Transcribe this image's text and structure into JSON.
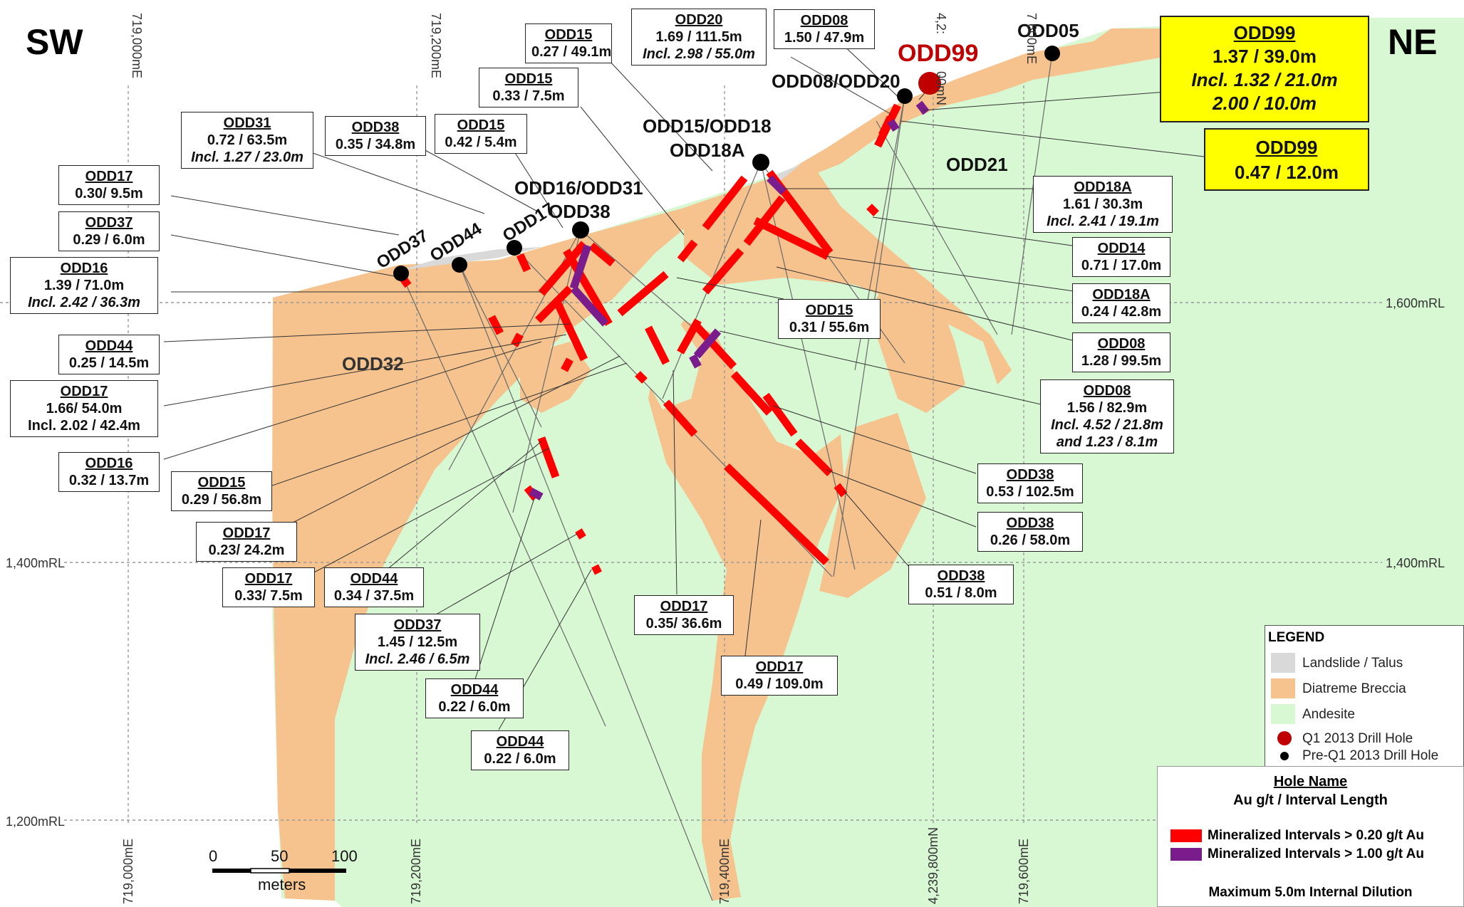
{
  "corners": {
    "left": "SW",
    "right": "NE"
  },
  "colors": {
    "breccia": "#f6c38e",
    "andesite": "#d7f8d3",
    "talus": "#d9d9d9",
    "red_interval": "#ff0000",
    "purple_interval": "#7a1c8c",
    "q1_hole": "#c00000",
    "pre_hole": "#000000",
    "callout_yellow": "#ffff00"
  },
  "elevations": [
    "1,600mRL",
    "1,400mRL",
    "1,200mRL"
  ],
  "eastings_top": [
    "719,000mE",
    "719,200mE",
    "4,2:",
    "7 600mE"
  ],
  "eastings_bottom": [
    "719,000mE",
    "719,200mE",
    "719,400mE",
    "4,239,800mN",
    "719,600mE"
  ],
  "northing_top": "00mN",
  "scale_bar": {
    "ticks": [
      "0",
      "50",
      "100"
    ],
    "unit": "meters"
  },
  "unit_labels": [
    "ODD21",
    "ODD32"
  ],
  "collar_labels": {
    "odd05": "ODD05",
    "odd99": "ODD99",
    "odd08_20": "ODD08/ODD20",
    "odd15_18": "ODD15/ODD18",
    "odd18a": "ODD18A",
    "odd16_31": "ODD16/ODD31",
    "odd38": "ODD38",
    "odd17": "ODD17",
    "odd44": "ODD44",
    "odd37": "ODD37"
  },
  "intervals": [
    {
      "hole": "ODD15",
      "lines": [
        "0.27 / 49.1m"
      ]
    },
    {
      "hole": "ODD20",
      "lines": [
        "1.69 / 111.5m"
      ],
      "incl": "Incl. 2.98 / 55.0m"
    },
    {
      "hole": "ODD08",
      "lines": [
        "1.50 / 47.9m"
      ]
    },
    {
      "hole": "ODD15",
      "lines": [
        "0.33 / 7.5m"
      ]
    },
    {
      "hole": "ODD31",
      "lines": [
        "0.72 / 63.5m"
      ],
      "incl": "Incl. 1.27 / 23.0m"
    },
    {
      "hole": "ODD38",
      "lines": [
        "0.35 / 34.8m"
      ]
    },
    {
      "hole": "ODD15",
      "lines": [
        "0.42 / 5.4m"
      ]
    },
    {
      "hole": "ODD17",
      "lines": [
        "0.30/ 9.5m"
      ]
    },
    {
      "hole": "ODD37",
      "lines": [
        "0.29 / 6.0m"
      ]
    },
    {
      "hole": "ODD16",
      "lines": [
        "1.39 / 71.0m"
      ],
      "incl": "Incl. 2.42 / 36.3m"
    },
    {
      "hole": "ODD44",
      "lines": [
        "0.25 / 14.5m"
      ]
    },
    {
      "hole": "ODD17",
      "lines": [
        "1.66/ 54.0m",
        "Incl. 2.02 / 42.4m"
      ]
    },
    {
      "hole": "ODD16",
      "lines": [
        "0.32 / 13.7m"
      ]
    },
    {
      "hole": "ODD15",
      "lines": [
        "0.29 / 56.8m"
      ]
    },
    {
      "hole": "ODD17",
      "lines": [
        "0.23/ 24.2m"
      ]
    },
    {
      "hole": "ODD17",
      "lines": [
        "0.33/ 7.5m"
      ]
    },
    {
      "hole": "ODD44",
      "lines": [
        "0.34 / 37.5m"
      ]
    },
    {
      "hole": "ODD37",
      "lines": [
        "1.45 / 12.5m"
      ],
      "incl": "Incl. 2.46 / 6.5m"
    },
    {
      "hole": "ODD44",
      "lines": [
        "0.22 / 6.0m"
      ]
    },
    {
      "hole": "ODD44",
      "lines": [
        "0.22 / 6.0m"
      ]
    },
    {
      "hole": "ODD17",
      "lines": [
        "0.35/ 36.6m"
      ]
    },
    {
      "hole": "ODD17",
      "lines": [
        "0.49 / 109.0m"
      ]
    },
    {
      "hole": "ODD15",
      "lines": [
        "0.31 / 55.6m"
      ]
    },
    {
      "hole": "ODD18A",
      "lines": [
        "1.61 / 30.3m"
      ],
      "incl": "Incl. 2.41 / 19.1m"
    },
    {
      "hole": "ODD14",
      "lines": [
        "0.71 / 17.0m"
      ]
    },
    {
      "hole": "ODD18A",
      "lines": [
        "0.24 / 42.8m"
      ]
    },
    {
      "hole": "ODD08",
      "lines": [
        "1.28 / 99.5m"
      ]
    },
    {
      "hole": "ODD08",
      "lines": [
        "1.56 / 82.9m"
      ],
      "incl": "Incl. 4.52 / 21.8m",
      "and": "and 1.23 / 8.1m"
    },
    {
      "hole": "ODD38",
      "lines": [
        "0.53 / 102.5m"
      ]
    },
    {
      "hole": "ODD38",
      "lines": [
        "0.26 / 58.0m"
      ]
    },
    {
      "hole": "ODD38",
      "lines": [
        "0.51 / 8.0m"
      ]
    }
  ],
  "highlight_callouts": [
    {
      "hole": "ODD99",
      "lines": [
        "1.37 / 39.0m"
      ],
      "incl": [
        "Incl. 1.32 / 21.0m",
        "2.00 / 10.0m"
      ]
    },
    {
      "hole": "ODD99",
      "lines": [
        "0.47 / 12.0m"
      ]
    }
  ],
  "legend": {
    "title": "LEGEND",
    "items": [
      "Landslide / Talus",
      "Diatreme Breccia",
      "Andesite",
      "Q1 2013 Drill Hole",
      "Pre-Q1 2013 Drill Hole"
    ]
  },
  "key": {
    "hole_name": "Hole Name",
    "subtitle": "Au g/t / Interval Length",
    "red": "Mineralized Intervals > 0.20 g/t Au",
    "purple": "Mineralized Intervals > 1.00 g/t Au",
    "dilution": "Maximum 5.0m Internal Dilution"
  }
}
